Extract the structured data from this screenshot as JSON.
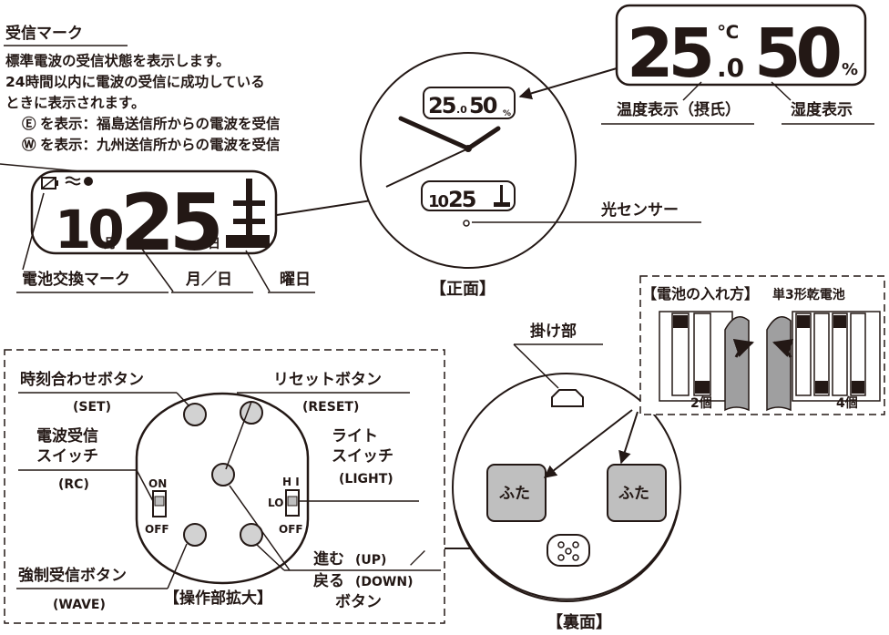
{
  "reception_mark": {
    "title": "受信マーク",
    "desc_1": "標準電波の受信状態を表示します。",
    "desc_2": "24時間以内に電波の受信に成功している",
    "desc_3": "ときに表示されます。",
    "fukushima_symbol": "Ⓔ",
    "fukushima": "を表示：福島送信所からの電波を受信",
    "kyushu_symbol": "Ⓦ",
    "kyushu": "を表示：九州送信所からの電波を受信"
  },
  "front": {
    "title": "【正面】",
    "temperature_label": "温度表示（摂氏）",
    "humidity_label": "湿度表示",
    "light_sensor_label": "光センサー",
    "temp_value": "25",
    "temp_decimal": ".0",
    "temp_unit": "℃",
    "humidity_value": "50",
    "humidity_unit": "%",
    "lcd_month": "10",
    "lcd_month_unit": "月",
    "lcd_day": "25",
    "lcd_day_unit": "日",
    "battery_mark_label": "電池交換マーク",
    "date_label": "月／日",
    "weekday_label": "曜日"
  },
  "controls": {
    "title": "【操作部拡大】",
    "set_button": "時刻合わせボタン",
    "set_button_en": "(SET)",
    "reset_button": "リセットボタン",
    "reset_button_en": "(RESET)",
    "rc_switch_1": "電波受信",
    "rc_switch_2": "スイッチ",
    "rc_switch_en": "(RC)",
    "rc_on": "ON",
    "rc_off": "OFF",
    "light_switch_1": "ライト",
    "light_switch_2": "スイッチ",
    "light_switch_en": "(LIGHT)",
    "light_hi": "H I",
    "light_lo": "LO",
    "light_off": "OFF",
    "wave_button": "強制受信ボタン",
    "wave_button_en": "(WAVE)",
    "up_down_1": "進む",
    "up_down_1_en": "(UP)",
    "up_down_slash": "／",
    "up_down_2": "戻る",
    "up_down_2_en": "(DOWN)",
    "up_down_3": "ボタン"
  },
  "back": {
    "title": "【裏面】",
    "hanger_label": "掛け部",
    "cover_left": "ふた",
    "cover_right": "ふた",
    "battery_title": "【電池の入れ方】",
    "battery_type": "単3形乾電池",
    "count_2": "2個",
    "count_4": "4個"
  }
}
